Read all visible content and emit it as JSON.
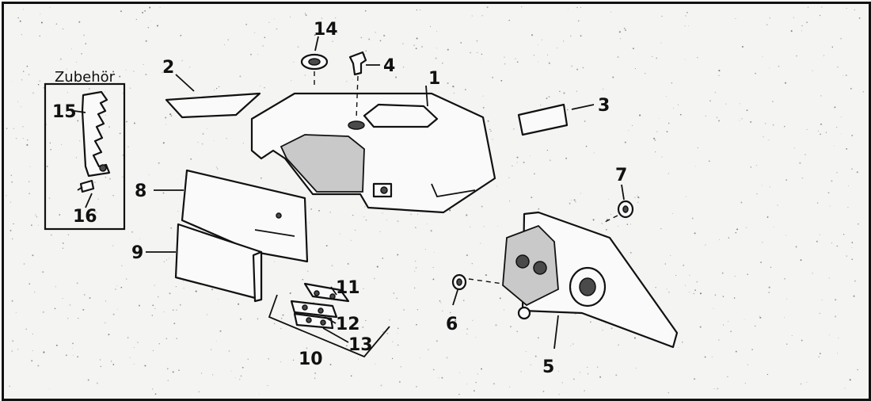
{
  "accessory_label": "Zubehör",
  "callouts": [
    "1",
    "2",
    "3",
    "4",
    "5",
    "6",
    "7",
    "8",
    "9",
    "10",
    "11",
    "12",
    "13",
    "14",
    "15",
    "16"
  ]
}
